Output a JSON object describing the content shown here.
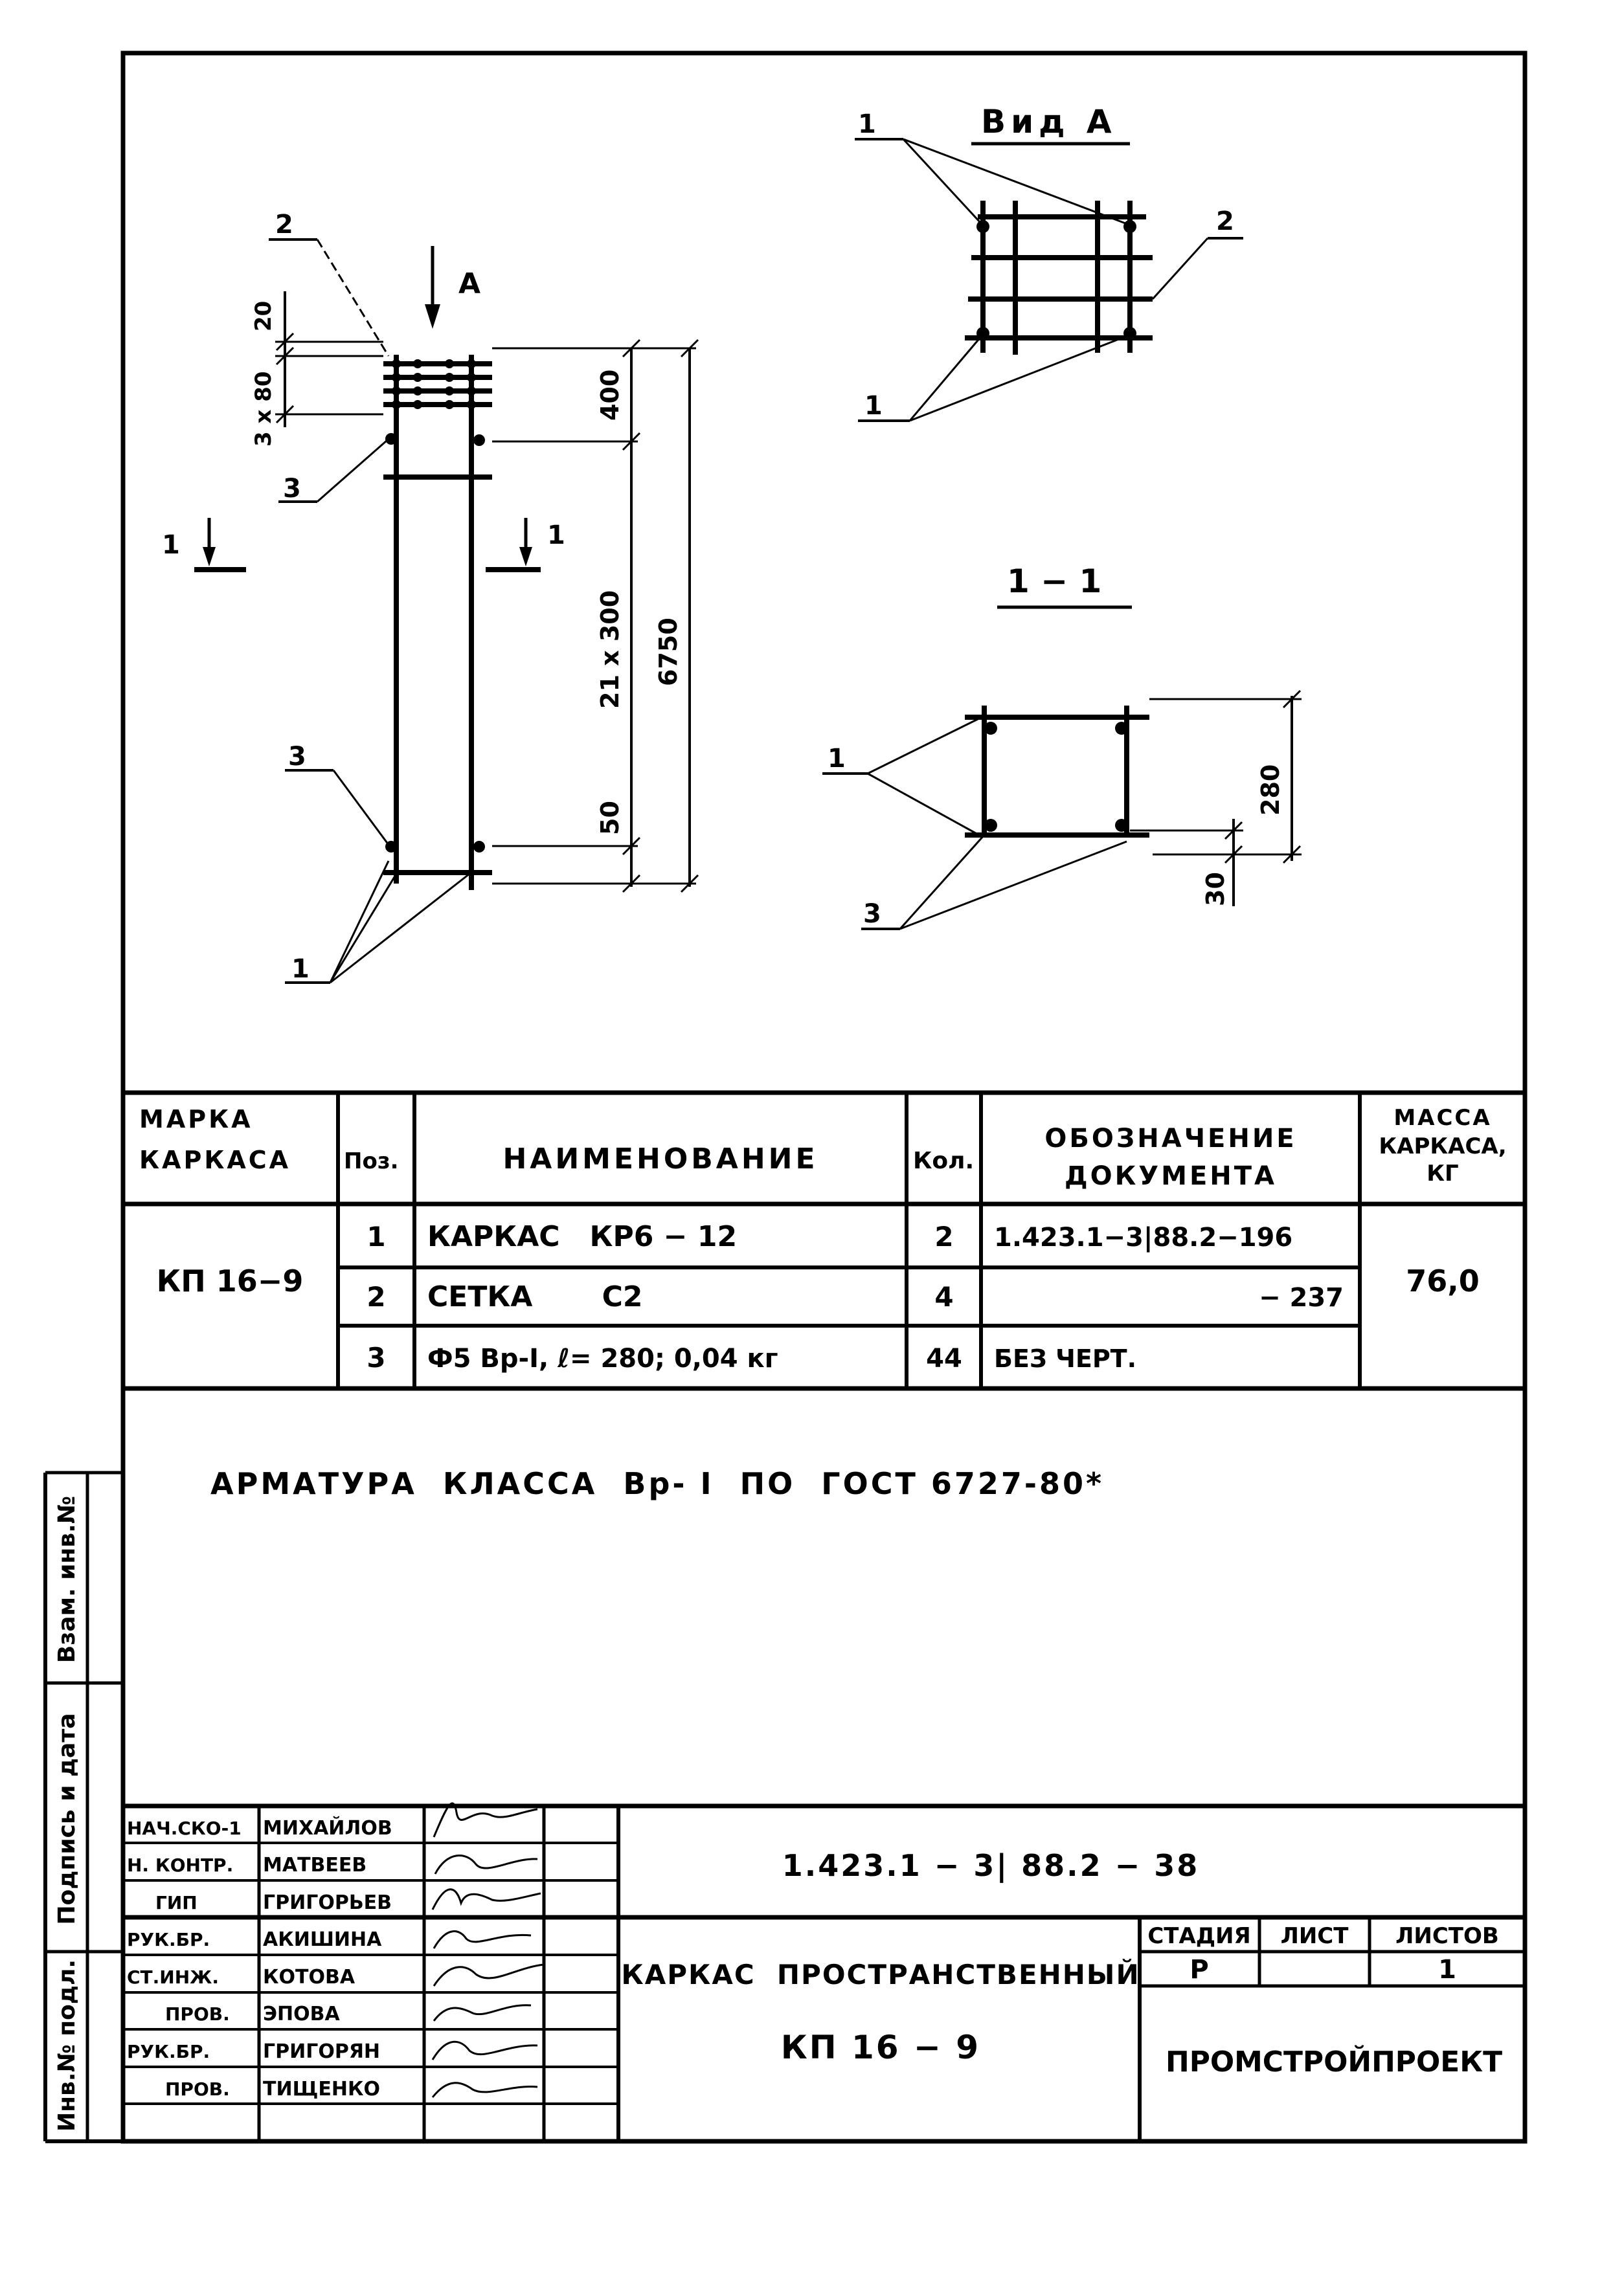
{
  "drawing": {
    "view_a_title": "Вид А",
    "section_title": "1 − 1",
    "arrow_label": "А",
    "section_mark": "1",
    "callouts": {
      "p1": "1",
      "p2": "2",
      "p3": "3"
    },
    "dims": {
      "d20": "20",
      "d3x80": "3 x 80",
      "d400": "400",
      "d21x300": "21 x 300",
      "d6750": "6750",
      "d50": "50",
      "d280": "280",
      "d30": "30"
    }
  },
  "spec": {
    "headers": {
      "mark": [
        "МАРКА",
        "КАРКАСА"
      ],
      "pos": "Поз.",
      "name": "НАИМЕНОВАНИЕ",
      "qty": "Кол.",
      "doc": [
        "ОБОЗНАЧЕНИЕ",
        "ДОКУМЕНТА"
      ],
      "mass": [
        "МАССА",
        "КАРКАСА,",
        "КГ"
      ]
    },
    "mark": "КП 16−9",
    "mass": "76,0",
    "rows": [
      {
        "pos": "1",
        "name": "КАРКАС   КР6 − 12",
        "qty": "2",
        "doc": "1.423.1−3|88.2−196"
      },
      {
        "pos": "2",
        "name": "СЕТКА       С2",
        "qty": "4",
        "doc": "− 237"
      },
      {
        "pos": "3",
        "name": "Ф5 Вр-I, ℓ= 280; 0,04 кг",
        "qty": "44",
        "doc": "БЕЗ ЧЕРТ."
      }
    ]
  },
  "note": "АРМАТУРА  КЛАССА  Вр- I  ПО  ГОСТ 6727-80*",
  "side_labels": {
    "inv_orig": "Инв.№ подл.",
    "sign_date": "Подпись и дата",
    "inv_repl": "Взам. инв.№"
  },
  "title_block": {
    "code": "1.423.1 − 3| 88.2 − 38",
    "title_line1": "КАРКАС  ПРОСТРАНСТВЕННЫЙ",
    "title_line2": "КП 16 − 9",
    "stage_header": "СТАДИЯ",
    "sheet_header": "ЛИСТ",
    "sheets_header": "ЛИСТОВ",
    "stage": "Р",
    "sheet": "",
    "sheets": "1",
    "org": "ПРОМСТРОЙПРОЕКТ",
    "staff": [
      {
        "role": "НАЧ.СКО-1",
        "name": "МИХАЙЛОВ"
      },
      {
        "role": "Н. КОНТР.",
        "name": "МАТВЕЕВ"
      },
      {
        "role": "ГИП",
        "name": "ГРИГОРЬЕВ"
      },
      {
        "role": "РУК.БР.",
        "name": "АКИШИНА"
      },
      {
        "role": "СТ.ИНЖ.",
        "name": "КОТОВА"
      },
      {
        "role": "ПРОВ.",
        "name": "ЭПОВА"
      },
      {
        "role": "РУК.БР.",
        "name": "ГРИГОРЯН"
      },
      {
        "role": "ПРОВ.",
        "name": "ТИЩЕНКО"
      }
    ]
  }
}
